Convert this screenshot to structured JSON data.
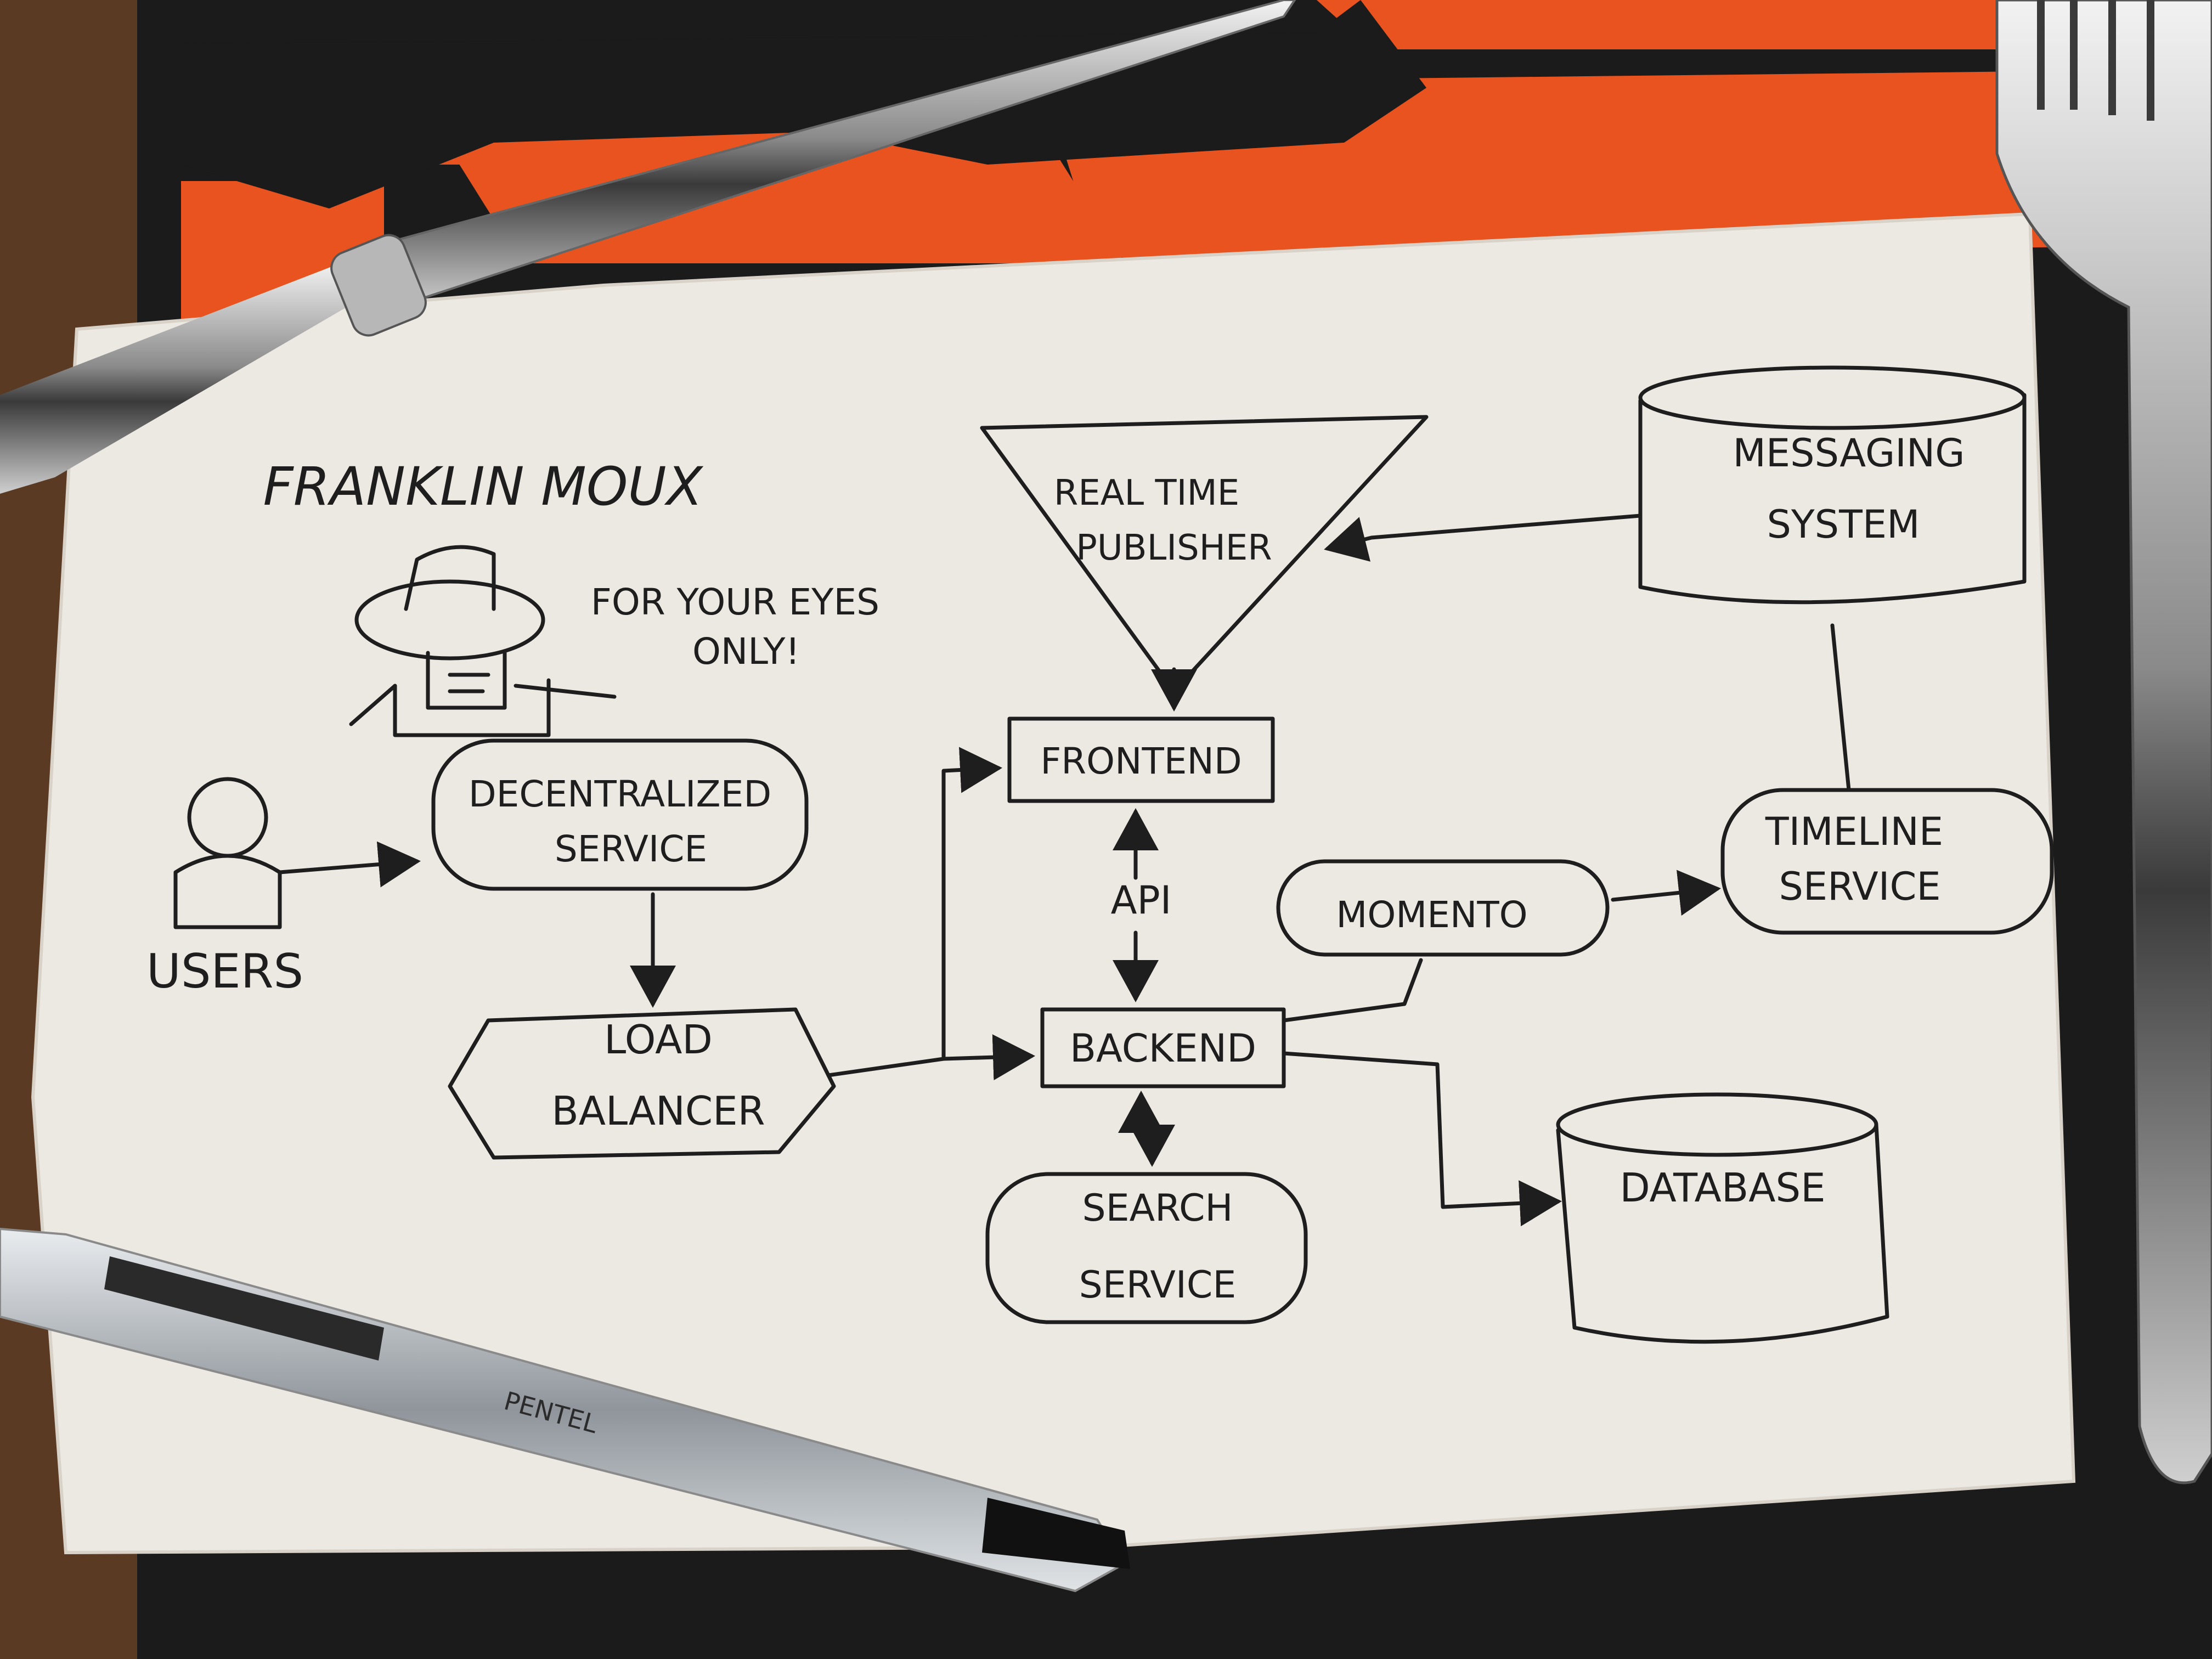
{
  "author": "FRANKLIN MOUX",
  "note": {
    "line1": "FOR YOUR EYES",
    "line2": "ONLY!"
  },
  "nodes": {
    "users": "USERS",
    "decentralized": {
      "line1": "DECENTRALIZED",
      "line2": "SERVICE"
    },
    "load_balancer": {
      "line1": "LOAD",
      "line2": "BALANCER"
    },
    "publisher": {
      "line1": "REAL TIME",
      "line2": "PUBLISHER"
    },
    "frontend": "FRONTEND",
    "api": "API",
    "backend": "BACKEND",
    "search": {
      "line1": "SEARCH",
      "line2": "SERVICE"
    },
    "momento": "MOMENTO",
    "messaging": {
      "line1": "MESSAGING",
      "line2": "SYSTEM"
    },
    "timeline": {
      "line1": "TIMELINE",
      "line2": "SERVICE"
    },
    "database": "DATABASE"
  },
  "pen_brand": "PENTEL",
  "colors": {
    "placemat_orange": "#e8531f",
    "placemat_black": "#1b1b1b",
    "napkin": "#ece8e2",
    "ink": "#1e1e1e",
    "table": "#5a3a22"
  }
}
